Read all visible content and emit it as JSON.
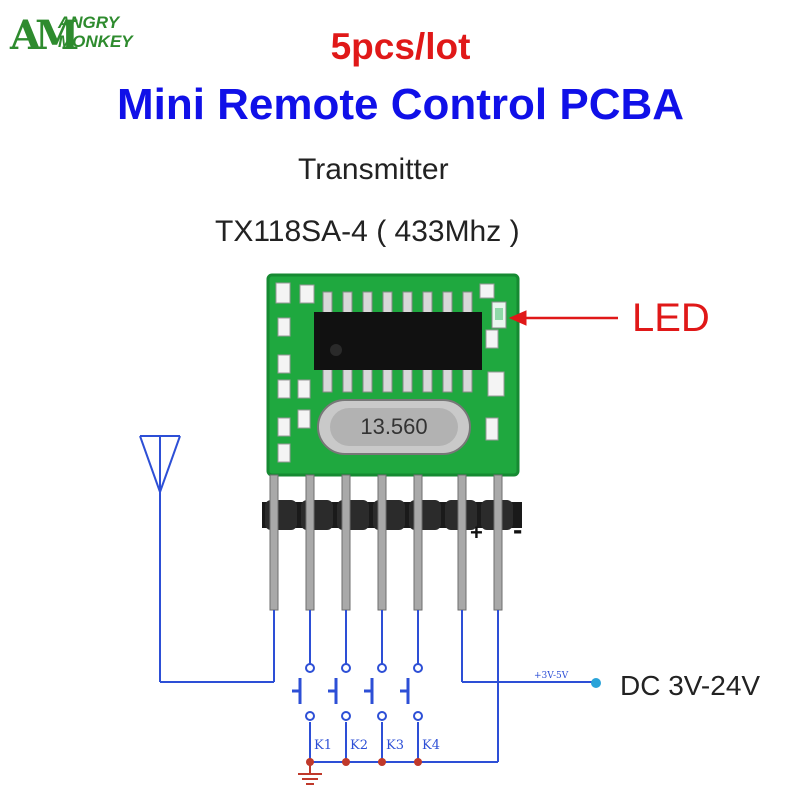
{
  "brand": {
    "mark": "AM",
    "line1": "ANGRY",
    "line2": "MONKEY"
  },
  "headline": {
    "lot": "5pcs/lot",
    "title": "Mini Remote Control PCBA"
  },
  "product": {
    "type": "Transmitter",
    "model": "TX118SA-4 ( 433Mhz )"
  },
  "component": {
    "crystal_marking": "13.560"
  },
  "callouts": {
    "led": "LED",
    "plus": "+",
    "minus": "-",
    "supply_small": "+3V-5V",
    "power": "DC 3V-24V"
  },
  "keys": [
    "K1",
    "K2",
    "K3",
    "K4"
  ],
  "colors": {
    "title_blue": "#1010e8",
    "accent_red": "#e01818",
    "pcb_green": "#1fa83f",
    "wire_blue": "#2d4fd6",
    "brand_green": "#2e8b2e"
  }
}
